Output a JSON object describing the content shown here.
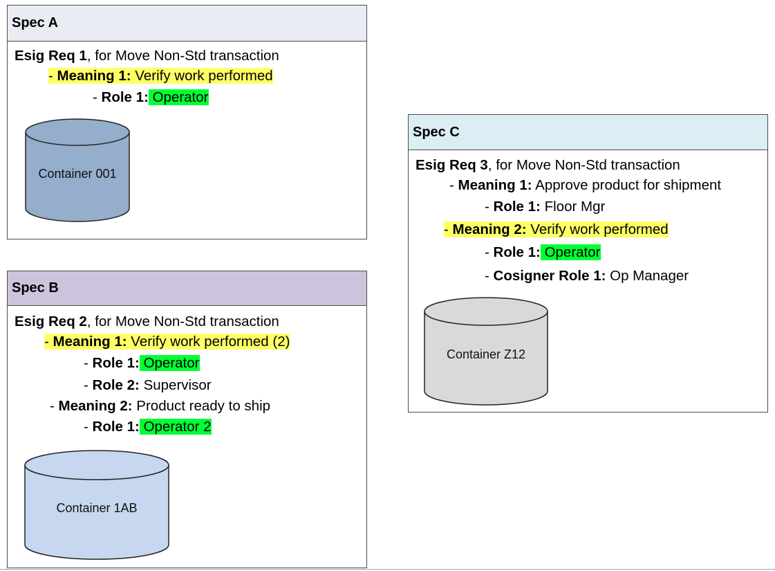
{
  "spec_a": {
    "title": "Spec A",
    "header_color": "#e9edf3",
    "req_bold": "Esig Req 1",
    "req_rest": ", for Move Non-Std transaction",
    "meaning1": {
      "prefix": "- ",
      "label": "Meaning 1:",
      "value": " Verify work performed "
    },
    "role1": {
      "prefix": "- ",
      "label": "Role 1:",
      "value": " Operator "
    },
    "container": {
      "label": "Container 001",
      "fill": "#94aecb"
    }
  },
  "spec_b": {
    "title": "Spec B",
    "header_color": "#cdc3dd",
    "req_bold": "Esig Req 2",
    "req_rest": ", for Move Non-Std transaction",
    "meaning1": {
      "prefix": "- ",
      "label": "Meaning 1:",
      "value": " Verify work performed (2) "
    },
    "role1": {
      "prefix": "- ",
      "label": "Role 1:",
      "value": " Operator "
    },
    "role2": {
      "prefix": "- ",
      "label": "Role 2:",
      "value": " Supervisor"
    },
    "meaning2": {
      "prefix": "- ",
      "label": "Meaning 2:",
      "value": " Product ready to ship"
    },
    "meaning2_role1": {
      "prefix": "- ",
      "label": "Role 1:",
      "value": " Operator 2 "
    },
    "container": {
      "label": "Container 1AB",
      "fill": "#c6d7ef"
    }
  },
  "spec_c": {
    "title": "Spec C",
    "header_color": "#daeef3",
    "req_bold": "Esig Req 3",
    "req_rest": ", for Move Non-Std transaction",
    "meaning1": {
      "prefix": "- ",
      "label": "Meaning 1:",
      "value": " Approve product for shipment"
    },
    "meaning1_role1": {
      "prefix": "- ",
      "label": "Role 1:",
      "value": " Floor Mgr"
    },
    "meaning2": {
      "prefix": "- ",
      "label": "Meaning 2:",
      "value": " Verify work performed "
    },
    "meaning2_role1": {
      "prefix": "- ",
      "label": "Role 1:",
      "value": " Operator "
    },
    "cosigner": {
      "prefix": "- ",
      "label": "Cosigner Role 1:",
      "value": " Op Manager"
    },
    "container": {
      "label": "Container Z12",
      "fill": "#d9d9d9"
    }
  },
  "colors": {
    "highlight_yellow": "#ffff66",
    "highlight_green": "#00ff33",
    "border": "#4a4a4a"
  }
}
